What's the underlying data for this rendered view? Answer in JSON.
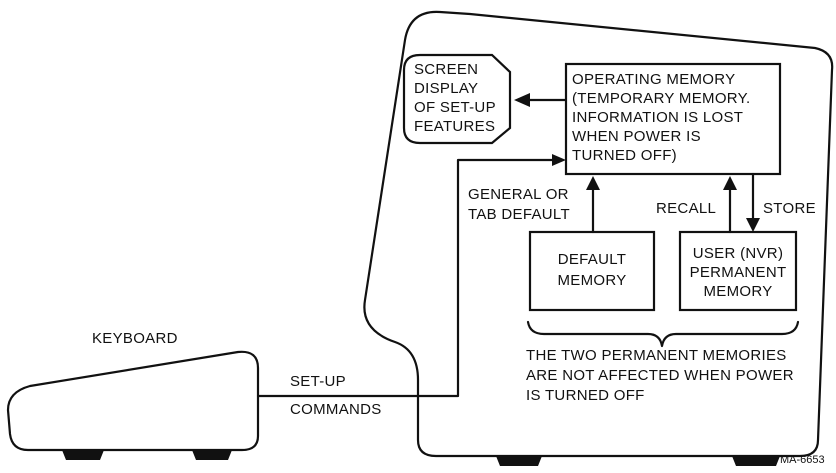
{
  "diagram": {
    "labels": {
      "screen_display": [
        "SCREEN",
        "DISPLAY",
        "OF SET-UP",
        "FEATURES"
      ],
      "operating_memory": [
        "OPERATING MEMORY",
        "(TEMPORARY MEMORY.",
        "INFORMATION IS LOST",
        "WHEN POWER IS",
        "TURNED OFF)"
      ],
      "general_or_tab_default": [
        "GENERAL OR",
        "TAB DEFAULT"
      ],
      "recall": "RECALL",
      "store": "STORE",
      "default_memory": [
        "DEFAULT",
        "MEMORY"
      ],
      "user_memory": [
        "USER (NVR)",
        "PERMANENT",
        "MEMORY"
      ],
      "keyboard": "KEYBOARD",
      "setup": "SET-UP",
      "commands": "COMMANDS",
      "permanent_note": [
        "THE TWO PERMANENT MEMORIES",
        "ARE NOT AFFECTED WHEN POWER",
        "IS TURNED OFF"
      ],
      "figure_id": "MA-6653"
    }
  }
}
